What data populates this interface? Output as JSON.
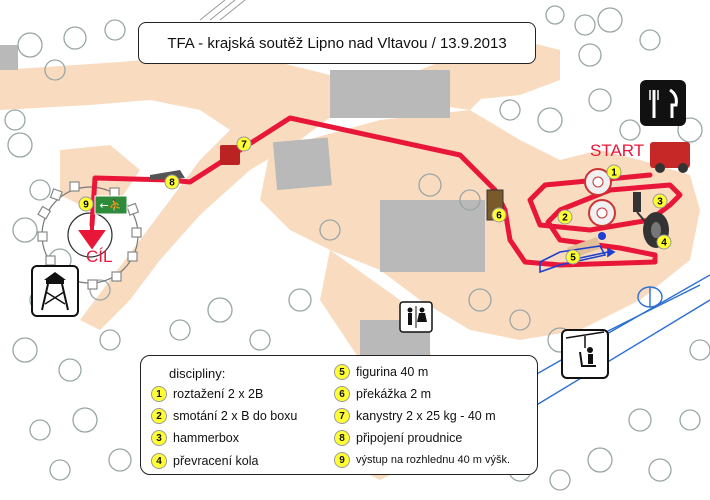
{
  "title": "TFA - krajská soutěž Lipno nad Vltavou / 13.9.2013",
  "labels": {
    "start": "START",
    "finish": "CÍL"
  },
  "stations": [
    "1",
    "2",
    "3",
    "4",
    "5",
    "6",
    "7",
    "8",
    "9"
  ],
  "legend": {
    "header": "discipliny:",
    "items": [
      {
        "num": "1",
        "text": "roztažení 2 x 2B"
      },
      {
        "num": "2",
        "text": "smotání 2 x B do boxu"
      },
      {
        "num": "3",
        "text": "hammerbox"
      },
      {
        "num": "4",
        "text": "převracení kola"
      },
      {
        "num": "5",
        "text": "figurina 40 m"
      },
      {
        "num": "6",
        "text": "překážka 2 m"
      },
      {
        "num": "7",
        "text": "kanystry 2 x 25 kg - 40 m"
      },
      {
        "num": "8",
        "text": "připojení proudnice"
      },
      {
        "num": "9",
        "text": "výstup na rozhlednu 40 m výšk."
      }
    ]
  },
  "icons": [
    "restaurant-icon",
    "watchtower-icon",
    "toilets-icon",
    "chairlift-icon"
  ],
  "colors": {
    "route": "#e8173a",
    "path": "#f8dcc0",
    "building": "#b9b9b9",
    "marker": "#ffff33"
  }
}
